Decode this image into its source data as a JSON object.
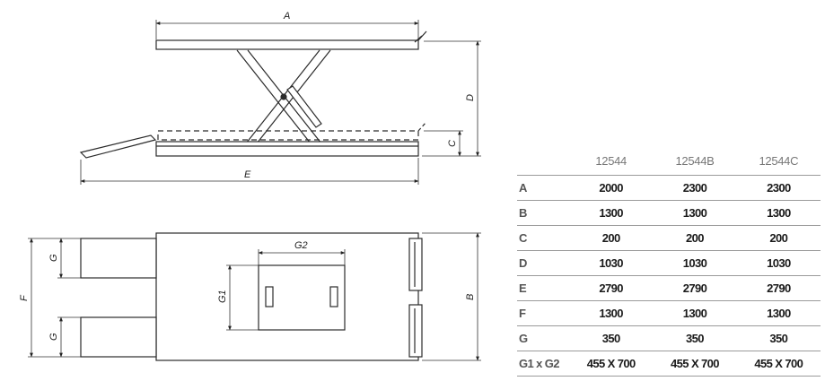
{
  "drawing": {
    "side_view": {
      "labels": {
        "a": "A",
        "c": "C",
        "d": "D",
        "e": "E"
      }
    },
    "top_view": {
      "labels": {
        "b": "B",
        "f": "F",
        "g_top": "G",
        "g_bottom": "G",
        "g1": "G1",
        "g2": "G2"
      }
    }
  },
  "spec_table": {
    "columns": [
      "",
      "12544",
      "12544B",
      "12544C"
    ],
    "rows": [
      {
        "label": "A",
        "values": [
          "2000",
          "2300",
          "2300"
        ]
      },
      {
        "label": "B",
        "values": [
          "1300",
          "1300",
          "1300"
        ]
      },
      {
        "label": "C",
        "values": [
          "200",
          "200",
          "200"
        ]
      },
      {
        "label": "D",
        "values": [
          "1030",
          "1030",
          "1030"
        ]
      },
      {
        "label": "E",
        "values": [
          "2790",
          "2790",
          "2790"
        ]
      },
      {
        "label": "F",
        "values": [
          "1300",
          "1300",
          "1300"
        ]
      },
      {
        "label": "G",
        "values": [
          "350",
          "350",
          "350"
        ]
      },
      {
        "label": "G1 x G2",
        "values": [
          "455 X 700",
          "455 X 700",
          "455 X 700"
        ]
      }
    ]
  }
}
